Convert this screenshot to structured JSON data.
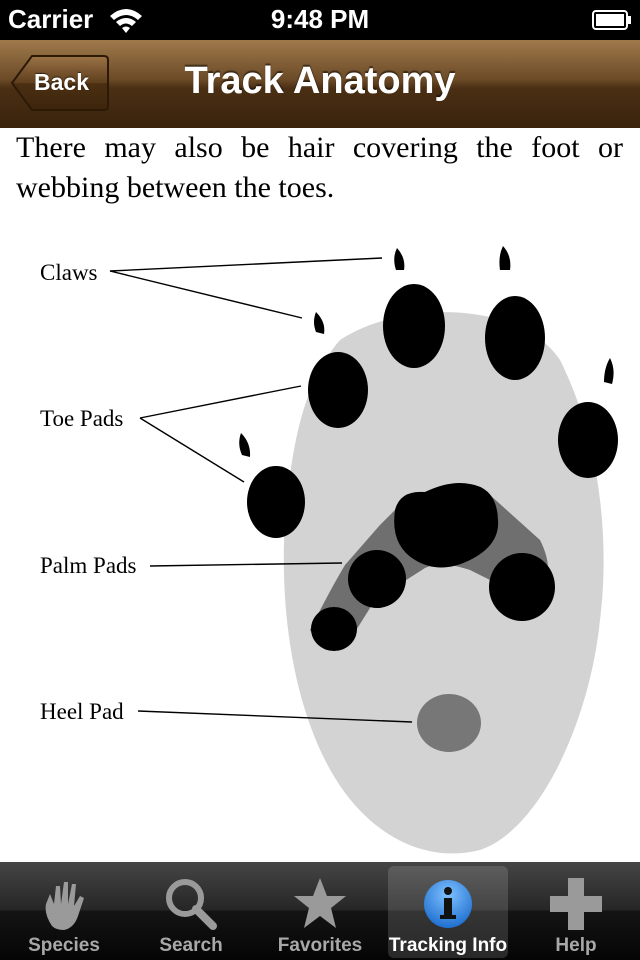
{
  "status_bar": {
    "carrier": "Carrier",
    "time": "9:48 PM"
  },
  "nav": {
    "back_label": "Back",
    "title": "Track Anatomy"
  },
  "content": {
    "intro": "There may also be hair covering the foot or webbing between the toes.",
    "labels": {
      "claws": "Claws",
      "toe_pads": "Toe Pads",
      "palm_pads": "Palm Pads",
      "heel_pad": "Heel Pad"
    }
  },
  "tabs": [
    {
      "label": "Species",
      "icon": "hand-icon",
      "active": false
    },
    {
      "label": "Search",
      "icon": "magnifier-icon",
      "active": false
    },
    {
      "label": "Favorites",
      "icon": "star-icon",
      "active": false
    },
    {
      "label": "Tracking Info",
      "icon": "info-icon",
      "active": true
    },
    {
      "label": "Help",
      "icon": "plus-cross-icon",
      "active": false
    }
  ],
  "colors": {
    "navbar": "#6b4a26",
    "foot": "#d3d3d3",
    "webbing": "#6f6f6f",
    "pad": "#000000",
    "heel": "#777777",
    "tab_active_icon": "#2f7fd9"
  }
}
